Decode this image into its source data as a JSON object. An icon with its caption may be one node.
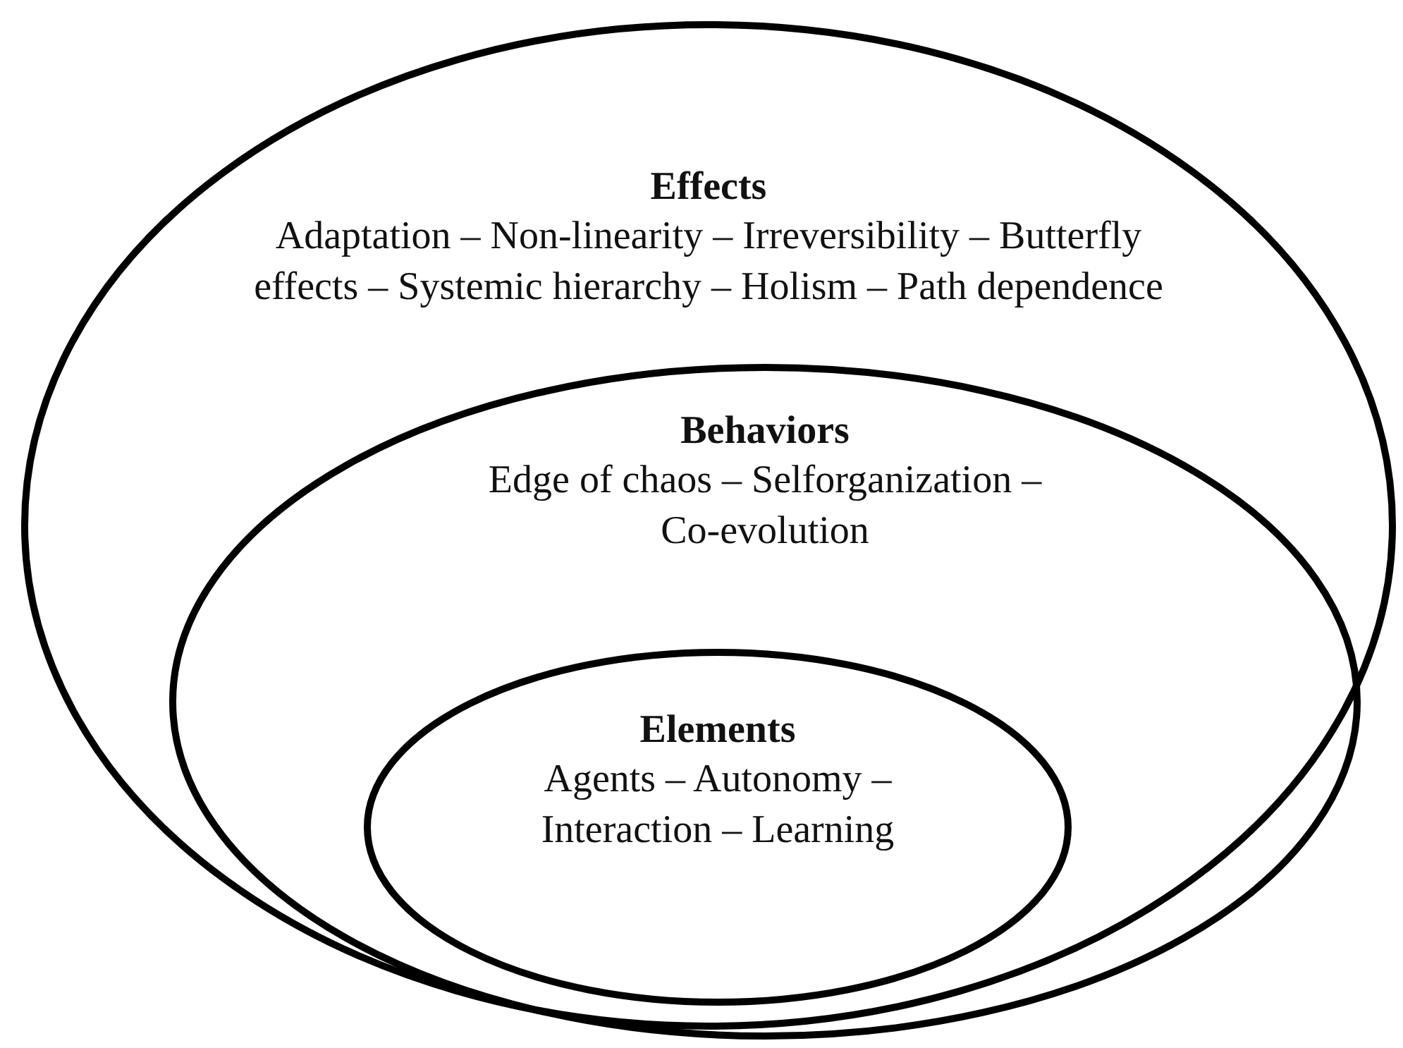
{
  "diagram": {
    "nodes": [
      {
        "text": [
          "Effects",
          "Adaptation – Non-linearity – Irreversibility – Butterfly effects – Systemic hierarchy – Holism – Path dependence"
        ]
      },
      {
        "text": [
          "Behaviors",
          "Edge of chaos – Selforganization – Co-evolution"
        ],
        "in": 0
      },
      {
        "text": [
          "Elements",
          "Agents – Autonomy – Interaction – Learning"
        ],
        "in": 1
      }
    ]
  }
}
